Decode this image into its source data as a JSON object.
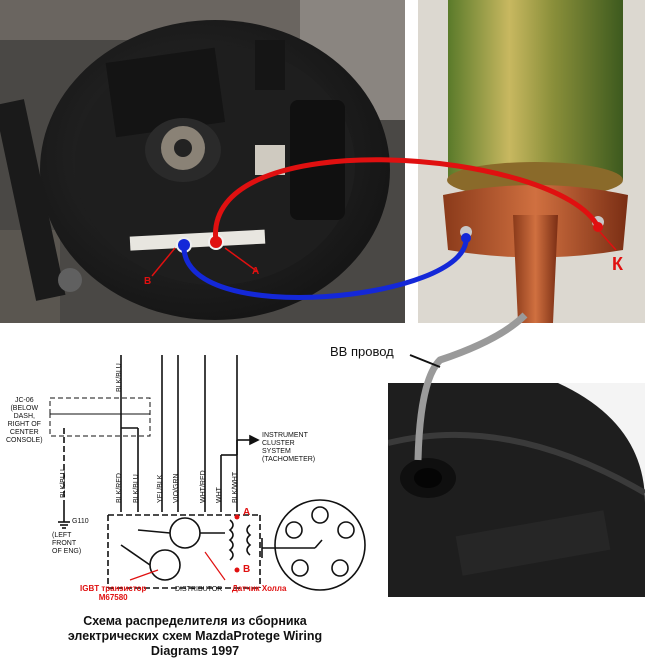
{
  "labels": {
    "k": "К",
    "a_photo": "А",
    "b_photo": "В",
    "bb_wire": "ВВ провод",
    "a_schem": "А",
    "b_schem": "В",
    "igbt": "IGBT транзистор\nM67580",
    "hall": "Датчик Холла",
    "distributor": "DISTRIBUTOR",
    "instrument": "INSTRUMENT\nCLUSTER\nSYSTEM\n(TACHOMETER)",
    "jc06": "JC-06\n(BELOW\nDASH,\nRIGHT OF\nCENTER\nCONSOLE)",
    "g110": "G110",
    "left_front": "(LEFT\nFRONT\nOF ENG)",
    "wires": [
      "BLK/BLU",
      "BLK/BLU",
      "BLK/RED",
      "BLK/BLU",
      "YEL/BLK",
      "VIO/GRN",
      "WHT/RED",
      "WHT",
      "BLK/WHT"
    ]
  },
  "caption": "Схема распределителя из сборника электрических схем MazdaProtege Wiring Diagrams 1997",
  "colors": {
    "red_wire": "#e01010",
    "blue_wire": "#1428d8",
    "label_red": "#e01010"
  }
}
